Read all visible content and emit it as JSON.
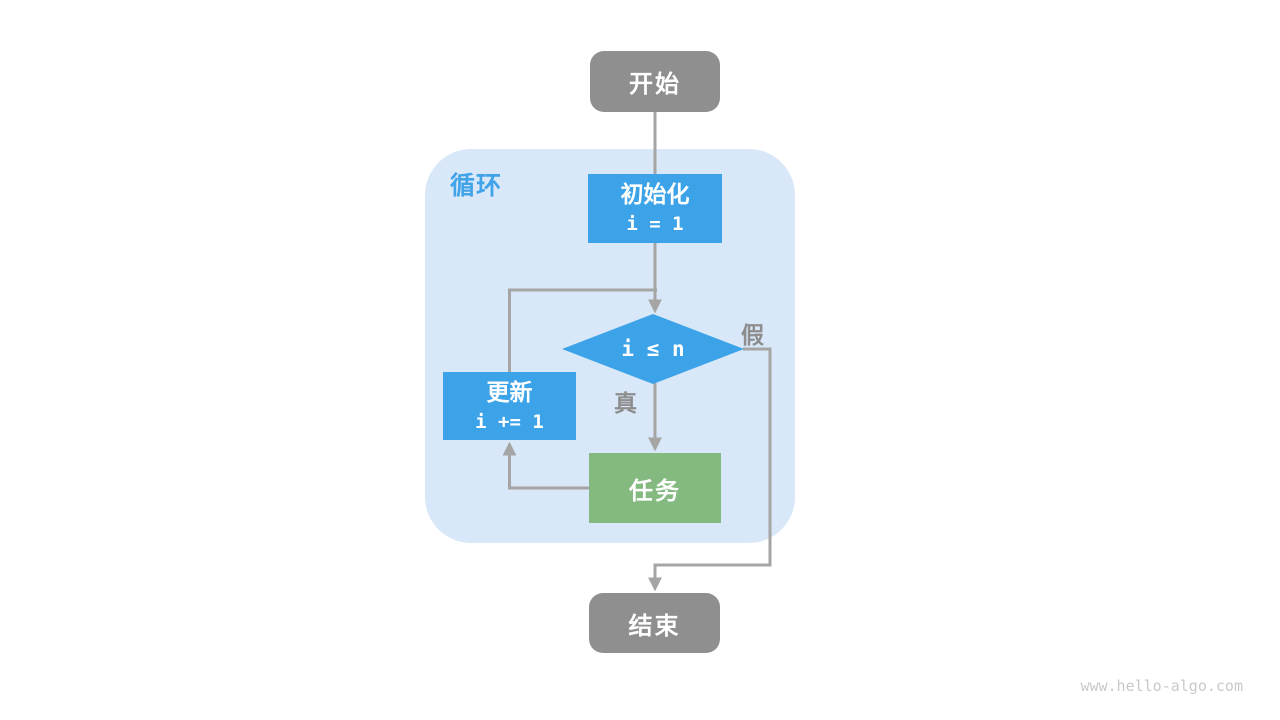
{
  "diagram": {
    "loop": {
      "label": "循环"
    },
    "nodes": {
      "start": {
        "label": "开始"
      },
      "init": {
        "title": "初始化",
        "code": "i = 1"
      },
      "condition": {
        "label": "i ≤ n"
      },
      "update": {
        "title": "更新",
        "code": "i += 1"
      },
      "task": {
        "label": "任务"
      },
      "end": {
        "label": "结束"
      }
    },
    "branches": {
      "true_label": "真",
      "false_label": "假"
    }
  },
  "watermark": "www.hello-algo.com",
  "colors": {
    "node-gray": "#8f8f8f",
    "node-blue": "#3da3e8",
    "node-green": "#84ba80",
    "loop-bg": "#d9e8f8",
    "loop-label-blue": "#41a3e8",
    "line-gray": "#a5a5a5",
    "label-gray": "#8d8d8d",
    "watermark-gray": "#c9c9c9"
  }
}
